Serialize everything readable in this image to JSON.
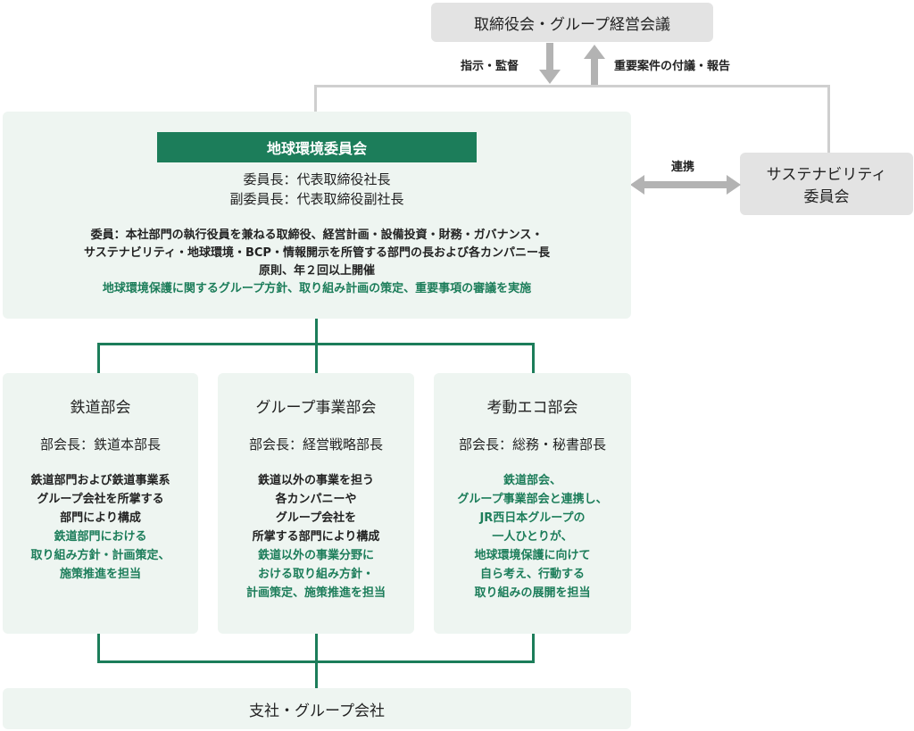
{
  "board": {
    "label": "取締役会・グループ経営会議"
  },
  "arrows": {
    "down_label": "指示・監督",
    "up_label": "重要案件の付議・報告",
    "link_label": "連携"
  },
  "sustainability": {
    "lines": [
      "サステナビリティ",
      "委員会"
    ]
  },
  "committee": {
    "title": "地球環境委員会",
    "chair_lines": [
      "委員長：代表取締役社長",
      "副委員長：代表取締役副社長"
    ],
    "member_lines": [
      "委員：本社部門の執行役員を兼ねる取締役、経営計画・設備投資・財務・ガバナンス・",
      "サステナビリティ・地球環境・BCP・情報開示を所管する部門の長および各カンパニー長",
      "原則、年２回以上開催"
    ],
    "purpose": "地球環境保護に関するグループ方針、取り組み計画の策定、重要事項の審議を実施"
  },
  "subcommittees": [
    {
      "name": "鉄道部会",
      "head": "部会長：鉄道本部長",
      "composition": [
        "鉄道部門および鉄道事業系",
        "グループ会社を所掌する",
        "部門により構成"
      ],
      "role": [
        "鉄道部門における",
        "取り組み方針・計画策定、",
        "施策推進を担当"
      ]
    },
    {
      "name": "グループ事業部会",
      "head": "部会長：経営戦略部長",
      "composition": [
        "鉄道以外の事業を担う",
        "各カンパニーや",
        "グループ会社を",
        "所掌する部門により構成"
      ],
      "role": [
        "鉄道以外の事業分野に",
        "おける取り組み方針・",
        "計画策定、施策推進を担当"
      ]
    },
    {
      "name": "考動エコ部会",
      "head": "部会長：総務・秘書部長",
      "composition": [],
      "role": [
        "鉄道部会、",
        "グループ事業部会と連携し、",
        "JR西日本グループの",
        "一人ひとりが、",
        "地球環境保護に向けて",
        "自ら考え、行動する",
        "取り組みの展開を担当"
      ]
    }
  ],
  "branches": {
    "label": "支社・グループ会社"
  },
  "colors": {
    "accent_green": "#1c7d5a",
    "pale_green": "#eef5f1",
    "grey_box": "#e3e3e3",
    "grey_line": "#cfcfcf"
  }
}
